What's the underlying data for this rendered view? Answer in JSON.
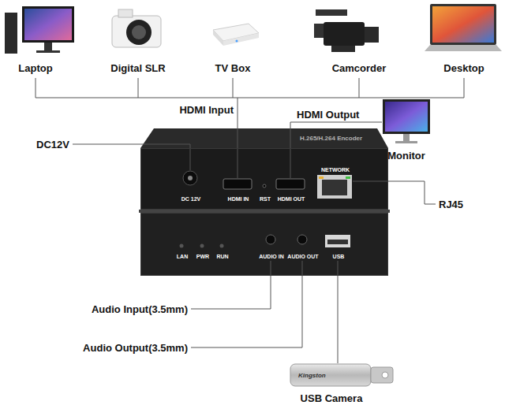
{
  "diagram": {
    "nodes": [
      {
        "text": [
          "DC 12V",
          "HDMI IN",
          "RST",
          "HDMI OUT",
          "NETWORK"
        ]
      },
      {
        "text": [
          "LAN",
          "PWR",
          "RUN",
          "AUDIO IN",
          "AUDIO OUT",
          "USB"
        ]
      }
    ],
    "labels": [
      "Laptop",
      "Digital SLR",
      "TV Box",
      "Camcorder",
      "Desktop",
      "HDMI Input",
      "HDMI Output",
      "DC12V",
      "Monitor",
      "RJ45",
      "Audio Input(3.5mm)",
      "Audio Output(3.5mm)",
      "USB Camera",
      "H.265/H.264 Encoder",
      "Kingston"
    ]
  }
}
